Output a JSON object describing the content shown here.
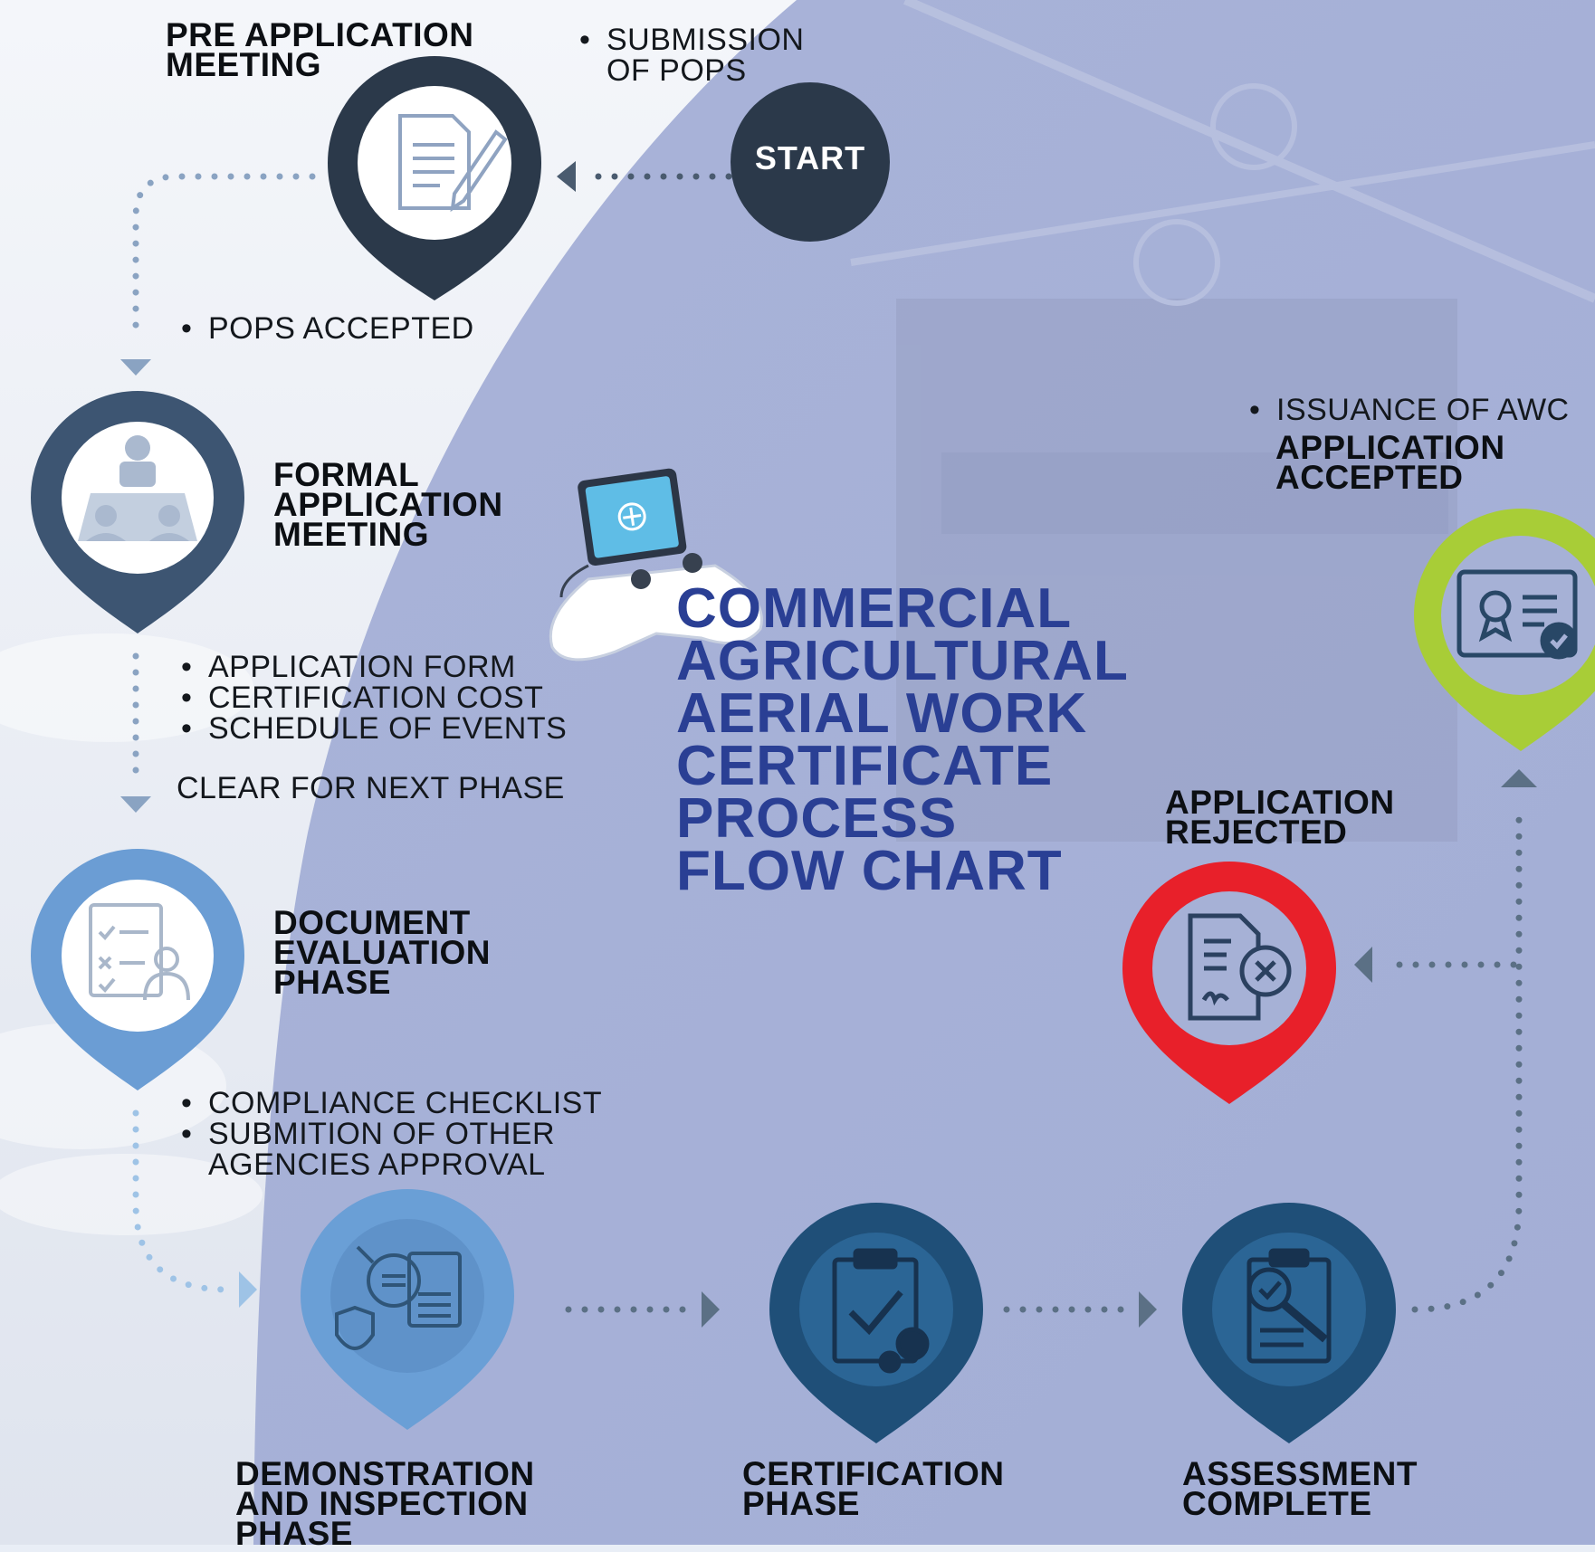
{
  "title": {
    "lines": [
      "COMMERCIAL",
      "AGRICULTURAL",
      "AERIAL WORK",
      "CERTIFICATE",
      "PROCESS",
      "FLOW CHART"
    ]
  },
  "start": {
    "label": "START"
  },
  "notes": {
    "submission": [
      "SUBMISSION",
      "OF POPS"
    ],
    "pops_accepted": "POPS ACCEPTED",
    "formal_meeting_items": [
      "APPLICATION FORM",
      "CERTIFICATION COST",
      "SCHEDULE OF EVENTS"
    ],
    "clear_next_phase": "CLEAR FOR NEXT PHASE",
    "document_items": [
      "COMPLIANCE CHECKLIST",
      "SUBMITION OF OTHER",
      "AGENCIES APPROVAL"
    ],
    "issuance": "ISSUANCE OF AWC"
  },
  "steps": {
    "pre_application": {
      "lines": [
        "PRE APPLICATION",
        "MEETING"
      ],
      "color": "#2b394a",
      "icon": "document-pen-icon"
    },
    "formal_application": {
      "lines": [
        "FORMAL",
        "APPLICATION",
        "MEETING"
      ],
      "color": "#3d5572",
      "icon": "meeting-icon"
    },
    "document_evaluation": {
      "lines": [
        "DOCUMENT",
        "EVALUATION",
        "PHASE"
      ],
      "color": "#6b9dd4",
      "icon": "checklist-person-icon"
    },
    "demonstration": {
      "lines": [
        "DEMONSTRATION",
        "AND INSPECTION",
        "PHASE"
      ],
      "color": "#6a9fd6",
      "icon": "magnifier-clipboard-icon"
    },
    "certification": {
      "lines": [
        "CERTIFICATION",
        "PHASE"
      ],
      "color": "#1f4f78",
      "icon": "clipboard-gears-icon"
    },
    "assessment": {
      "lines": [
        "ASSESSMENT",
        "COMPLETE"
      ],
      "color": "#1f4f78",
      "icon": "clipboard-search-icon"
    },
    "rejected": {
      "lines": [
        "APPLICATION",
        "REJECTED"
      ],
      "color": "#e8202a",
      "icon": "document-x-icon"
    },
    "accepted": {
      "lines": [
        "APPLICATION",
        "ACCEPTED"
      ],
      "color": "#a8cd37",
      "icon": "certificate-check-icon"
    }
  },
  "colors": {
    "background_light": "#eef2f8",
    "background_blue": "#a6b1d6",
    "title": "#2a3f94",
    "arrow_dark": "#5b7085",
    "arrow_light": "#8fb4de"
  }
}
